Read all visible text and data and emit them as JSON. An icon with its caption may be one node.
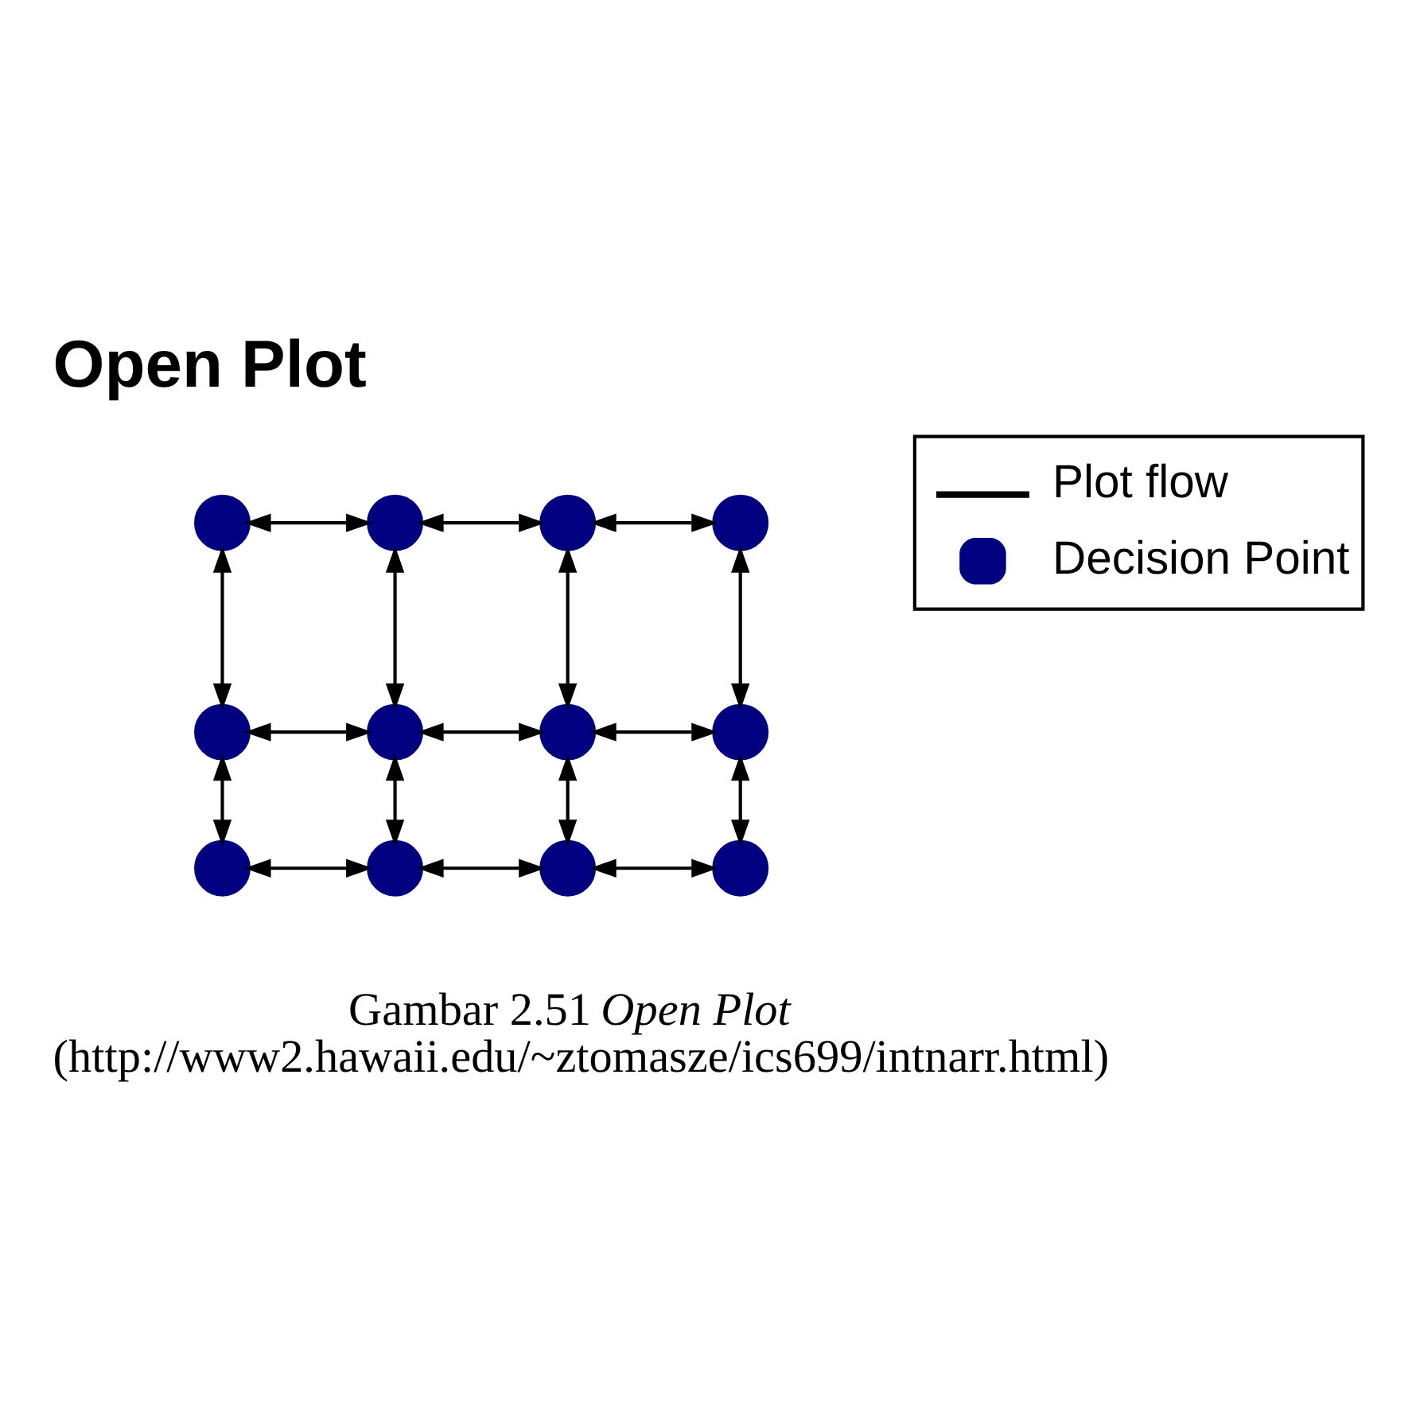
{
  "diagram": {
    "title": "Open Plot",
    "caption": "Gambar 2.51 *Open Plot* (http://www2.hawaii.edu/~ztomasze/ics699/intnarr.html)",
    "nodes": [
      {
        "text": [],
        "shape": "circle"
      },
      {
        "text": [],
        "shape": "circle"
      },
      {
        "text": [],
        "shape": "circle"
      },
      {
        "text": [],
        "shape": "circle"
      },
      {
        "text": [],
        "shape": "circle"
      },
      {
        "text": [],
        "shape": "circle"
      },
      {
        "text": [],
        "shape": "circle"
      },
      {
        "text": [],
        "shape": "circle"
      },
      {
        "text": [],
        "shape": "circle"
      },
      {
        "text": [],
        "shape": "circle"
      },
      {
        "text": [],
        "shape": "circle"
      },
      {
        "text": [],
        "shape": "circle"
      }
    ],
    "edges": [
      {
        "from": 0,
        "to": 1,
        "arrow": "both"
      },
      {
        "from": 1,
        "to": 2,
        "arrow": "both"
      },
      {
        "from": 2,
        "to": 3,
        "arrow": "both"
      },
      {
        "from": 0,
        "to": 4,
        "arrow": "both"
      },
      {
        "from": 1,
        "to": 5,
        "arrow": "both"
      },
      {
        "from": 2,
        "to": 6,
        "arrow": "both"
      },
      {
        "from": 3,
        "to": 7,
        "arrow": "both"
      },
      {
        "from": 4,
        "to": 5,
        "arrow": "both"
      },
      {
        "from": 5,
        "to": 6,
        "arrow": "both"
      },
      {
        "from": 6,
        "to": 7,
        "arrow": "both"
      },
      {
        "from": 4,
        "to": 8,
        "arrow": "both"
      },
      {
        "from": 5,
        "to": 9,
        "arrow": "both"
      },
      {
        "from": 6,
        "to": 10,
        "arrow": "both"
      },
      {
        "from": 7,
        "to": 11,
        "arrow": "both"
      },
      {
        "from": 8,
        "to": 9,
        "arrow": "both"
      },
      {
        "from": 9,
        "to": 10,
        "arrow": "both"
      },
      {
        "from": 10,
        "to": 11,
        "arrow": "both"
      }
    ],
    "legend": [
      {
        "text": "Plot flow"
      },
      {
        "text": "Decision Point",
        "color": "#000080"
      }
    ]
  }
}
